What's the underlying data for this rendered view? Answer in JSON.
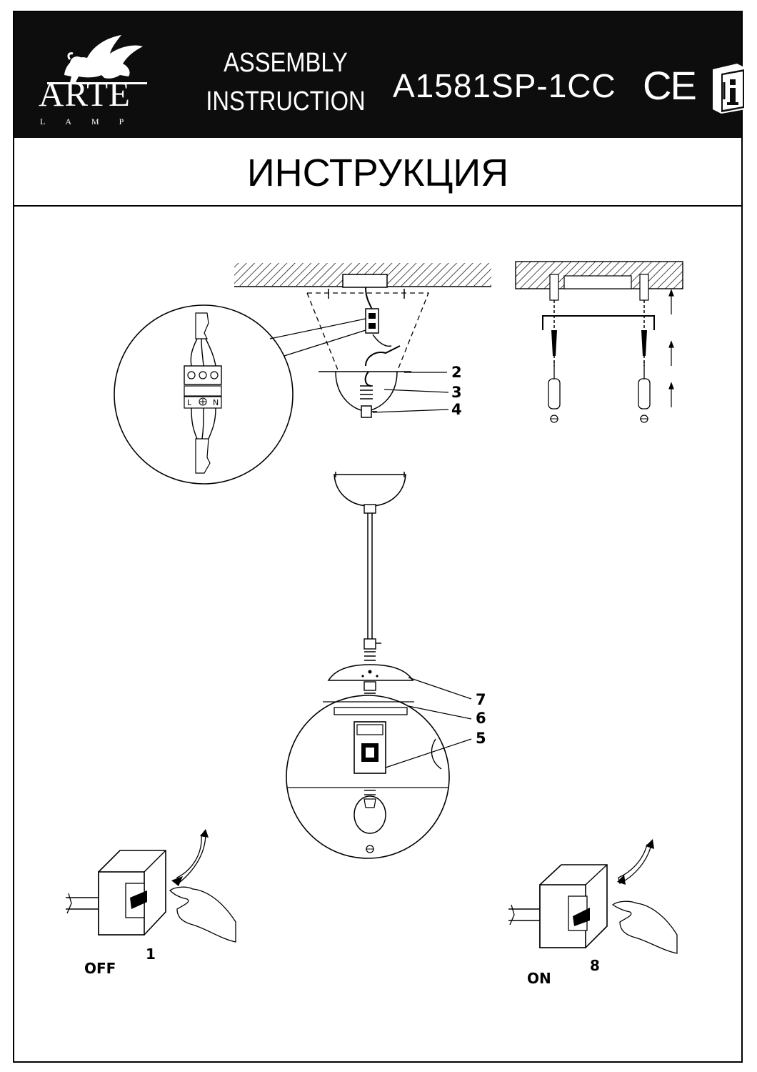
{
  "header": {
    "brand_name": "ARTE",
    "brand_sub": "LAMP",
    "doc_type_line1": "ASSEMBLY",
    "doc_type_line2": "INSTRUCTION",
    "model_code": "A1581SP-1CC",
    "certification_mark": "CE"
  },
  "subtitle": "ИНСТРУКЦИЯ",
  "wiring": {
    "terminal_labels": [
      "L",
      "N"
    ]
  },
  "callouts": {
    "part_2": "2",
    "part_3": "3",
    "part_4": "4",
    "part_5": "5",
    "part_6": "6",
    "part_7": "7"
  },
  "switches": {
    "off_label": "OFF",
    "off_step": "1",
    "on_label": "ON",
    "on_step": "8"
  },
  "colors": {
    "header_bg": "#0d0d0d",
    "header_text": "#ffffff",
    "line": "#000000"
  }
}
